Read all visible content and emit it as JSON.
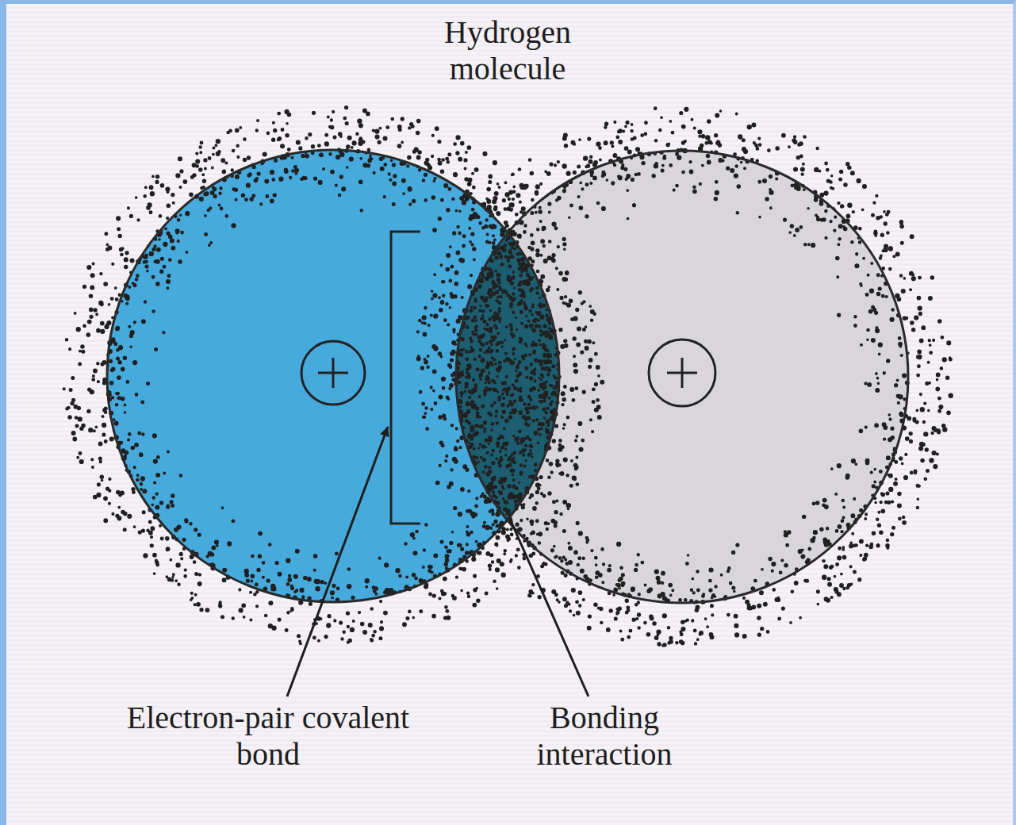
{
  "diagram": {
    "title": "Hydrogen molecule",
    "labels": [
      "Electron-pair covalent bond",
      "Bonding interaction"
    ]
  }
}
